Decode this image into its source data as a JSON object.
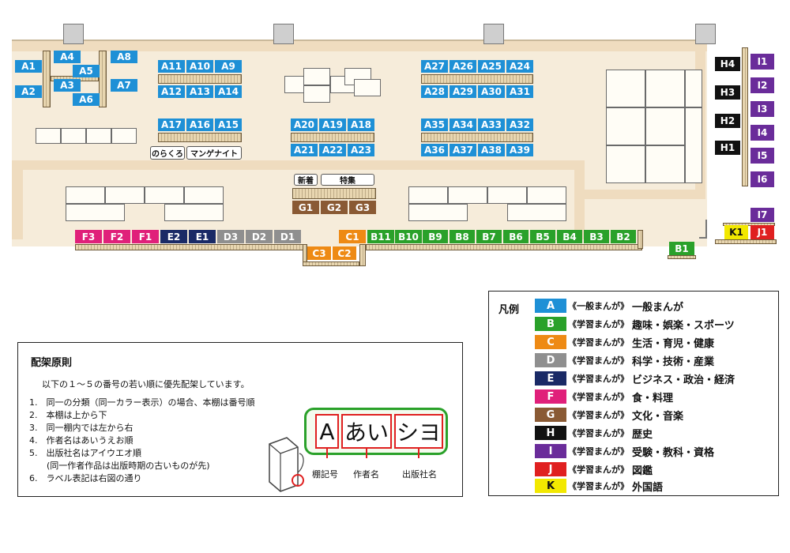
{
  "colors": {
    "A": "#1e90d6",
    "B": "#2aa12a",
    "C": "#ee8a14",
    "D": "#8f8f8f",
    "E": "#1a2a66",
    "F": "#e0207a",
    "G": "#8a5a34",
    "H": "#111111",
    "I": "#6a2c9a",
    "J": "#e02020",
    "K": "#f2e800",
    "floor": "#f6ecda",
    "aisle": "#efdcbf"
  },
  "shelves": {
    "A1": "A1",
    "A2": "A2",
    "A3": "A3",
    "A4": "A4",
    "A5": "A5",
    "A6": "A6",
    "A7": "A7",
    "A8": "A8",
    "A9": "A9",
    "A10": "A10",
    "A11": "A11",
    "A12": "A12",
    "A13": "A13",
    "A14": "A14",
    "A15": "A15",
    "A16": "A16",
    "A17": "A17",
    "A18": "A18",
    "A19": "A19",
    "A20": "A20",
    "A21": "A21",
    "A22": "A22",
    "A23": "A23",
    "A24": "A24",
    "A25": "A25",
    "A26": "A26",
    "A27": "A27",
    "A28": "A28",
    "A29": "A29",
    "A30": "A30",
    "A31": "A31",
    "A32": "A32",
    "A33": "A33",
    "A34": "A34",
    "A35": "A35",
    "A36": "A36",
    "A37": "A37",
    "A38": "A38",
    "A39": "A39",
    "B1": "B1",
    "B2": "B2",
    "B3": "B3",
    "B4": "B4",
    "B5": "B5",
    "B6": "B6",
    "B7": "B7",
    "B8": "B8",
    "B9": "B9",
    "B10": "B10",
    "B11": "B11",
    "C1": "C1",
    "C2": "C2",
    "C3": "C3",
    "D1": "D1",
    "D2": "D2",
    "D3": "D3",
    "E1": "E1",
    "E2": "E2",
    "F1": "F1",
    "F2": "F2",
    "F3": "F3",
    "G1": "G1",
    "G2": "G2",
    "G3": "G3",
    "H1": "H1",
    "H2": "H2",
    "H3": "H3",
    "H4": "H4",
    "I1": "I1",
    "I2": "I2",
    "I3": "I3",
    "I4": "I4",
    "I5": "I5",
    "I6": "I6",
    "I7": "I7",
    "J1": "J1",
    "K1": "K1"
  },
  "tags": {
    "norakuro": "のらくろ",
    "manga_night": "マンゲナイト",
    "new_arrival": "新着",
    "feature": "特集"
  },
  "legend": {
    "title": "凡例",
    "items": [
      {
        "key": "A",
        "sub": "《一般まんが》",
        "name": "一般まんが"
      },
      {
        "key": "B",
        "sub": "《学習まんが》",
        "name": "趣味・娯楽・スポーツ"
      },
      {
        "key": "C",
        "sub": "《学習まんが》",
        "name": "生活・育児・健康"
      },
      {
        "key": "D",
        "sub": "《学習まんが》",
        "name": "科学・技術・産業"
      },
      {
        "key": "E",
        "sub": "《学習まんが》",
        "name": "ビジネス・政治・経済"
      },
      {
        "key": "F",
        "sub": "《学習まんが》",
        "name": "食・料理"
      },
      {
        "key": "G",
        "sub": "《学習まんが》",
        "name": "文化・音楽"
      },
      {
        "key": "H",
        "sub": "《学習まんが》",
        "name": "歴史"
      },
      {
        "key": "I",
        "sub": "《学習まんが》",
        "name": "受験・教科・資格"
      },
      {
        "key": "J",
        "sub": "《学習まんが》",
        "name": "図鑑"
      },
      {
        "key": "K",
        "sub": "《学習まんが》",
        "name": "外国語"
      }
    ]
  },
  "rules": {
    "title": "配架原則",
    "intro": "以下の１～５の番号の若い順に優先配架しています。",
    "items": [
      "1.　同一の分類（同一カラー表示）の場合、本棚は番号順",
      "2.　本棚は上から下",
      "3.　同一棚内では左から右",
      "4.　作者名はあいうえお順",
      "5.　出版社名はアイウエオ順",
      "　　(同一作者作品は出版時期の古いものが先)",
      "6.　ラベル表記は右図の通り"
    ],
    "label_example": {
      "code": "A",
      "author": "あい",
      "publisher": "シヨ",
      "code_caption": "棚記号",
      "author_caption": "作者名",
      "publisher_caption": "出版社名"
    }
  }
}
